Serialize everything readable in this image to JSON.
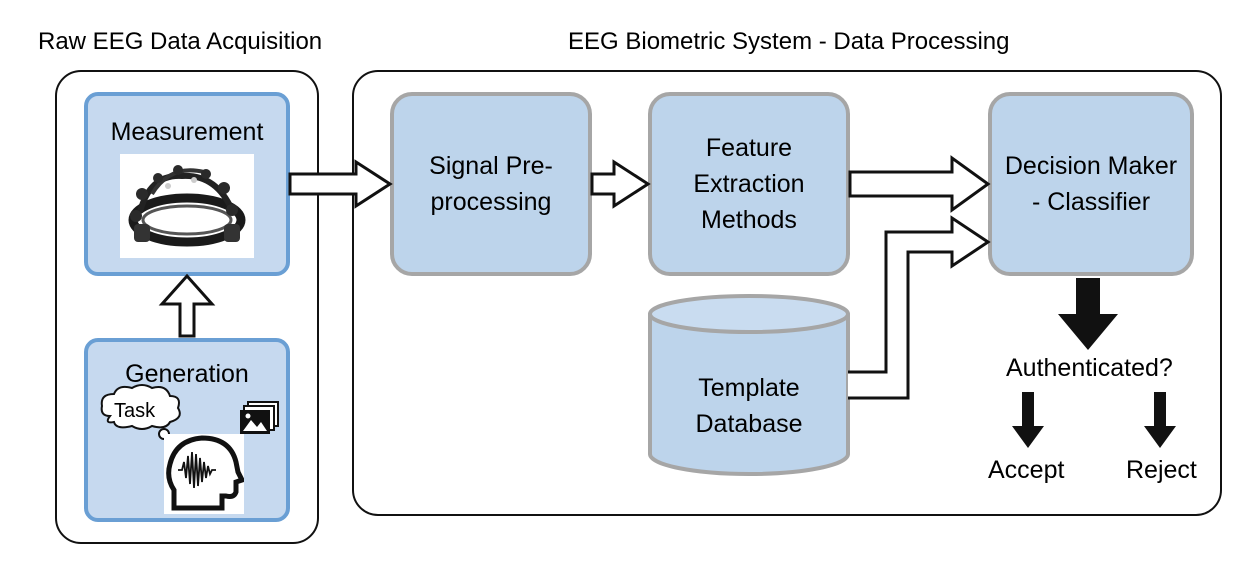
{
  "titles": {
    "acquisition": "Raw EEG Data Acquisition",
    "processing": "EEG Biometric System - Data Processing"
  },
  "acquisition": {
    "measurement": "Measurement",
    "generation": "Generation",
    "task_bubble": "Task"
  },
  "processing": {
    "signal_line1": "Signal Pre-",
    "signal_line2": "processing",
    "feature_line1": "Feature",
    "feature_line2": "Extraction",
    "feature_line3": "Methods",
    "decision_line1": "Decision Maker",
    "decision_line2": "- Classifier",
    "template_line1": "Template",
    "template_line2": "Database"
  },
  "outcome": {
    "question": "Authenticated?",
    "accept": "Accept",
    "reject": "Reject"
  }
}
